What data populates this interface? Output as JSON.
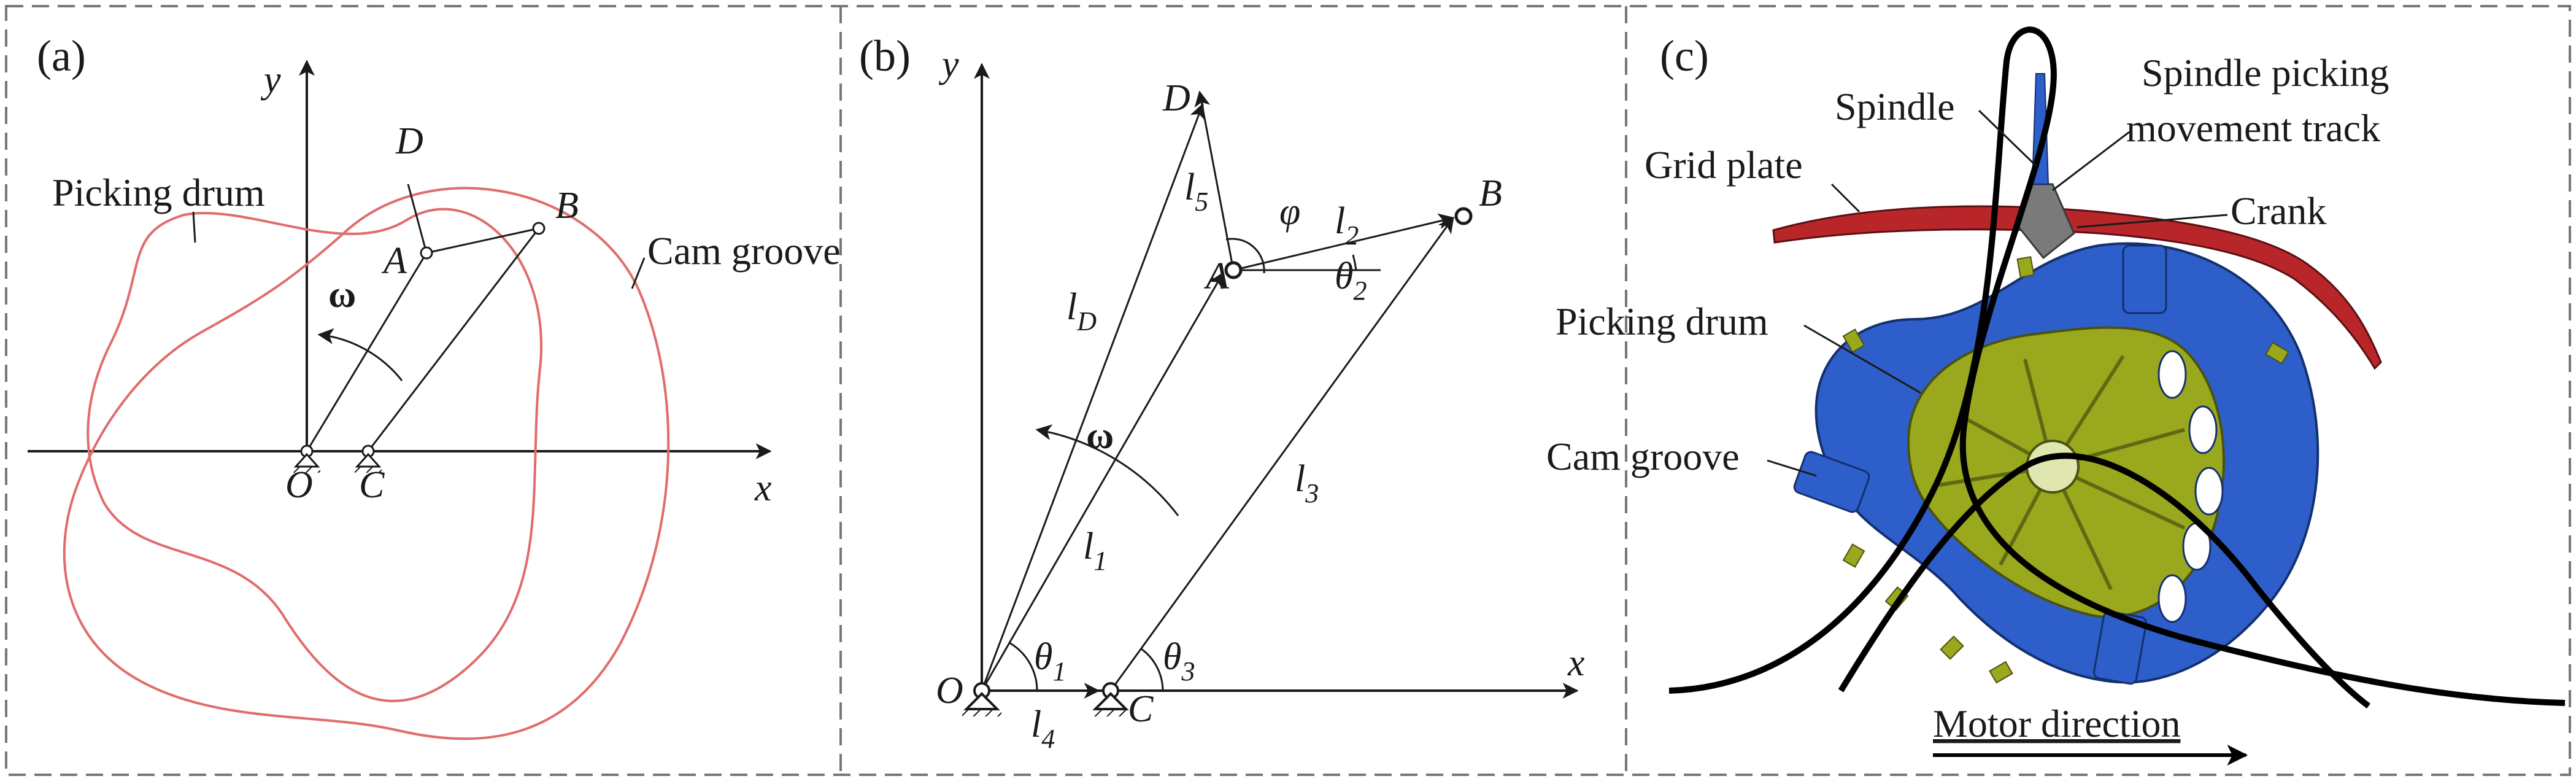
{
  "figure": {
    "panels": [
      {
        "id": "a",
        "tag": "(a)"
      },
      {
        "id": "b",
        "tag": "(b)"
      },
      {
        "id": "c",
        "tag": "(c)"
      }
    ]
  },
  "panel_a": {
    "axis_x": "x",
    "axis_y": "y",
    "point_O": "O",
    "point_C": "C",
    "point_A": "A",
    "point_B": "B",
    "point_D": "D",
    "omega": "ω",
    "picking_drum": "Picking drum",
    "cam_groove": "Cam groove",
    "colors": {
      "curves": "#e06c6c",
      "lines": "#1a1a1a"
    }
  },
  "panel_b": {
    "axis_x": "x",
    "axis_y": "y",
    "point_O": "O",
    "point_C": "C",
    "point_A": "A",
    "point_B": "B",
    "point_D": "D",
    "omega": "ω",
    "phi": "φ",
    "l": "l",
    "theta": "θ",
    "sub_1": "1",
    "sub_2": "2",
    "sub_3": "3",
    "sub_4": "4",
    "sub_5": "5",
    "sub_D": "D"
  },
  "panel_c": {
    "spindle": "Spindle",
    "spindle_track": [
      "Spindle picking",
      "movement track"
    ],
    "grid_plate": "Grid plate",
    "crank": "Crank",
    "picking_drum": "Picking drum",
    "cam_groove": "Cam groove",
    "motor_direction": "Motor direction",
    "colors": {
      "drum_body": "#2e5ec9",
      "drum_inner": "#9aa81e",
      "grid_plate": "#b8262a",
      "track": "#000000",
      "crank": "#7a7a7a"
    }
  }
}
